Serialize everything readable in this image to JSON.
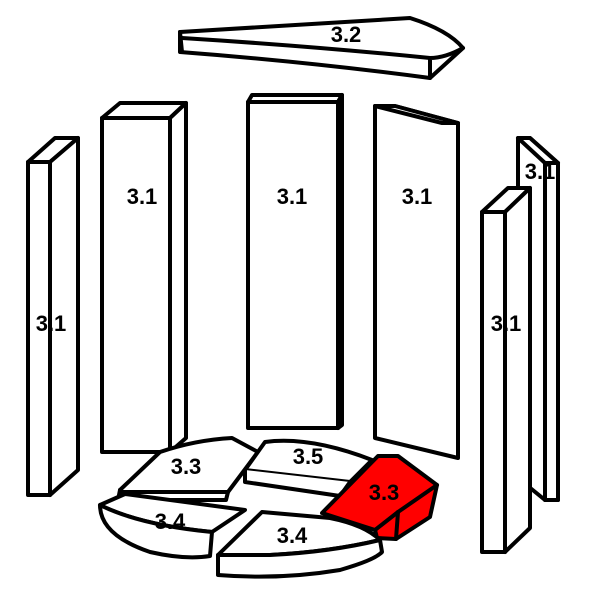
{
  "colors": {
    "background": "#ffffff",
    "outline": "#000000",
    "part_fill": "#ffffff",
    "highlight": "#ff0000"
  },
  "parts": {
    "top_slab": {
      "label": "3.2"
    },
    "side_outer_left": {
      "label": "3.1"
    },
    "side_inner_left": {
      "label": "3.1"
    },
    "side_back": {
      "label": "3.1"
    },
    "side_inner_right": {
      "label": "3.1"
    },
    "side_far_right": {
      "label": "3.1"
    },
    "side_front_right": {
      "label": "3.1"
    },
    "floor_back_left": {
      "label": "3.3"
    },
    "floor_back_center": {
      "label": "3.5"
    },
    "floor_highlighted": {
      "label": "3.3",
      "highlighted": true
    },
    "floor_front_left": {
      "label": "3.4"
    },
    "floor_front_right": {
      "label": "3.4"
    }
  }
}
